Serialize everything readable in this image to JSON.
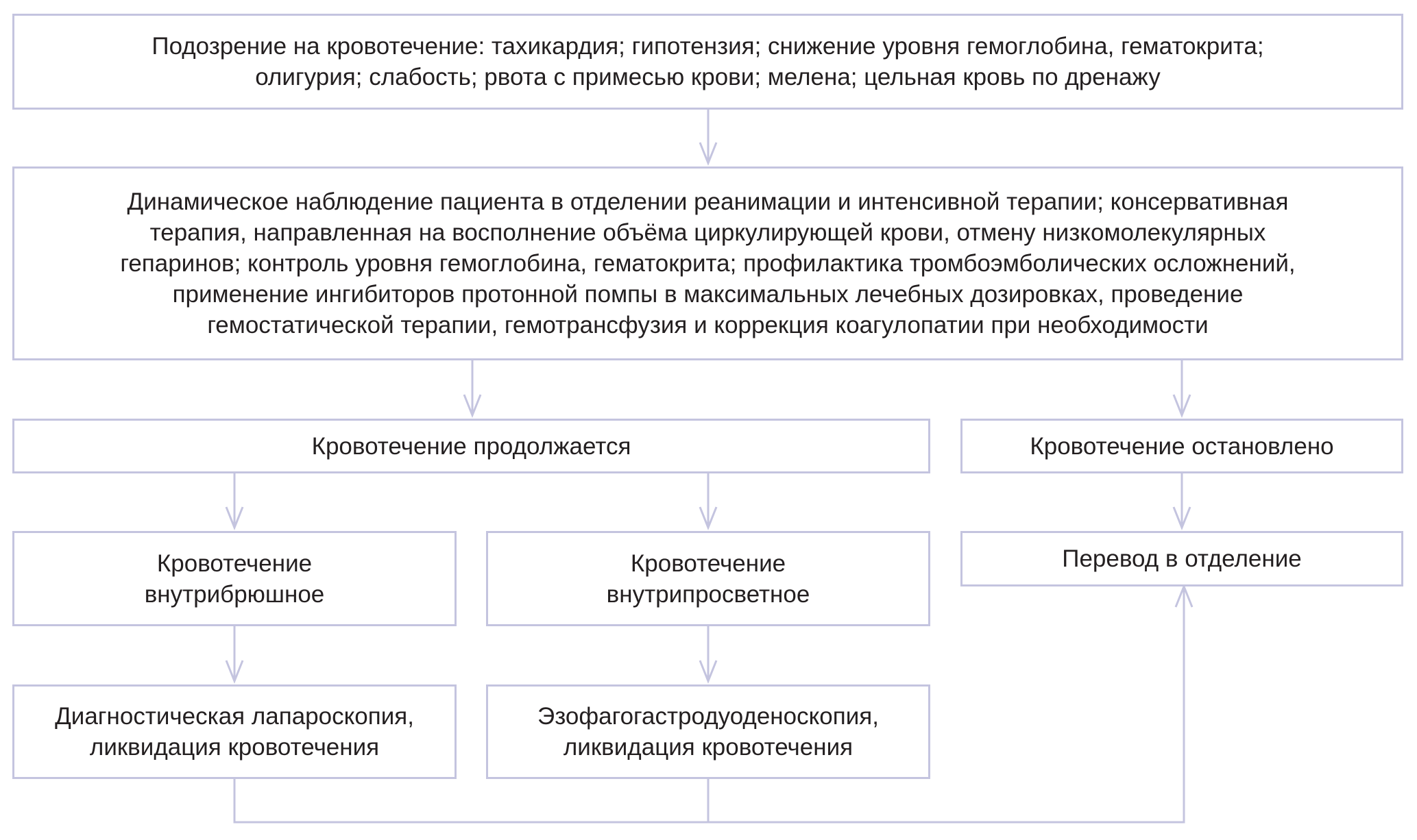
{
  "flowchart": {
    "suspicion": "Подозрение на кровотечение: тахикардия; гипотензия; снижение уровня гемоглобина, гематокрита;\nолигурия; слабость; рвота с примесью крови; мелена; цельная кровь по дренажу",
    "monitoring": "Динамическое наблюдение пациента в отделении реанимации и интенсивной терапии; консервативная\nтерапия, направленная на восполнение объёма циркулирующей крови, отмену низкомолекулярных\nгепаринов; контроль уровня гемоглобина, гематокрита; профилактика тромбоэмболических осложнений,\nприменение ингибиторов протонной помпы в максимальных лечебных дозировках, проведение\nгемостатической терапии, гемотрансфузия и коррекция коагулопатии при необходимости",
    "bleeding_continues": "Кровотечение продолжается",
    "bleeding_stopped": "Кровотечение остановлено",
    "intra_abdominal": "Кровотечение\nвнутрибрюшное",
    "intraluminal": "Кровотечение\nвнутрипросветное",
    "transfer": "Перевод в отделение",
    "laparoscopy": "Диагностическая лапароскопия,\nликвидация кровотечения",
    "egds": "Эзофагогастродуоденоскопия,\nликвидация кровотечения"
  },
  "colors": {
    "border": "#c4c4df",
    "connector": "#c4c4df",
    "text": "#231f20"
  }
}
